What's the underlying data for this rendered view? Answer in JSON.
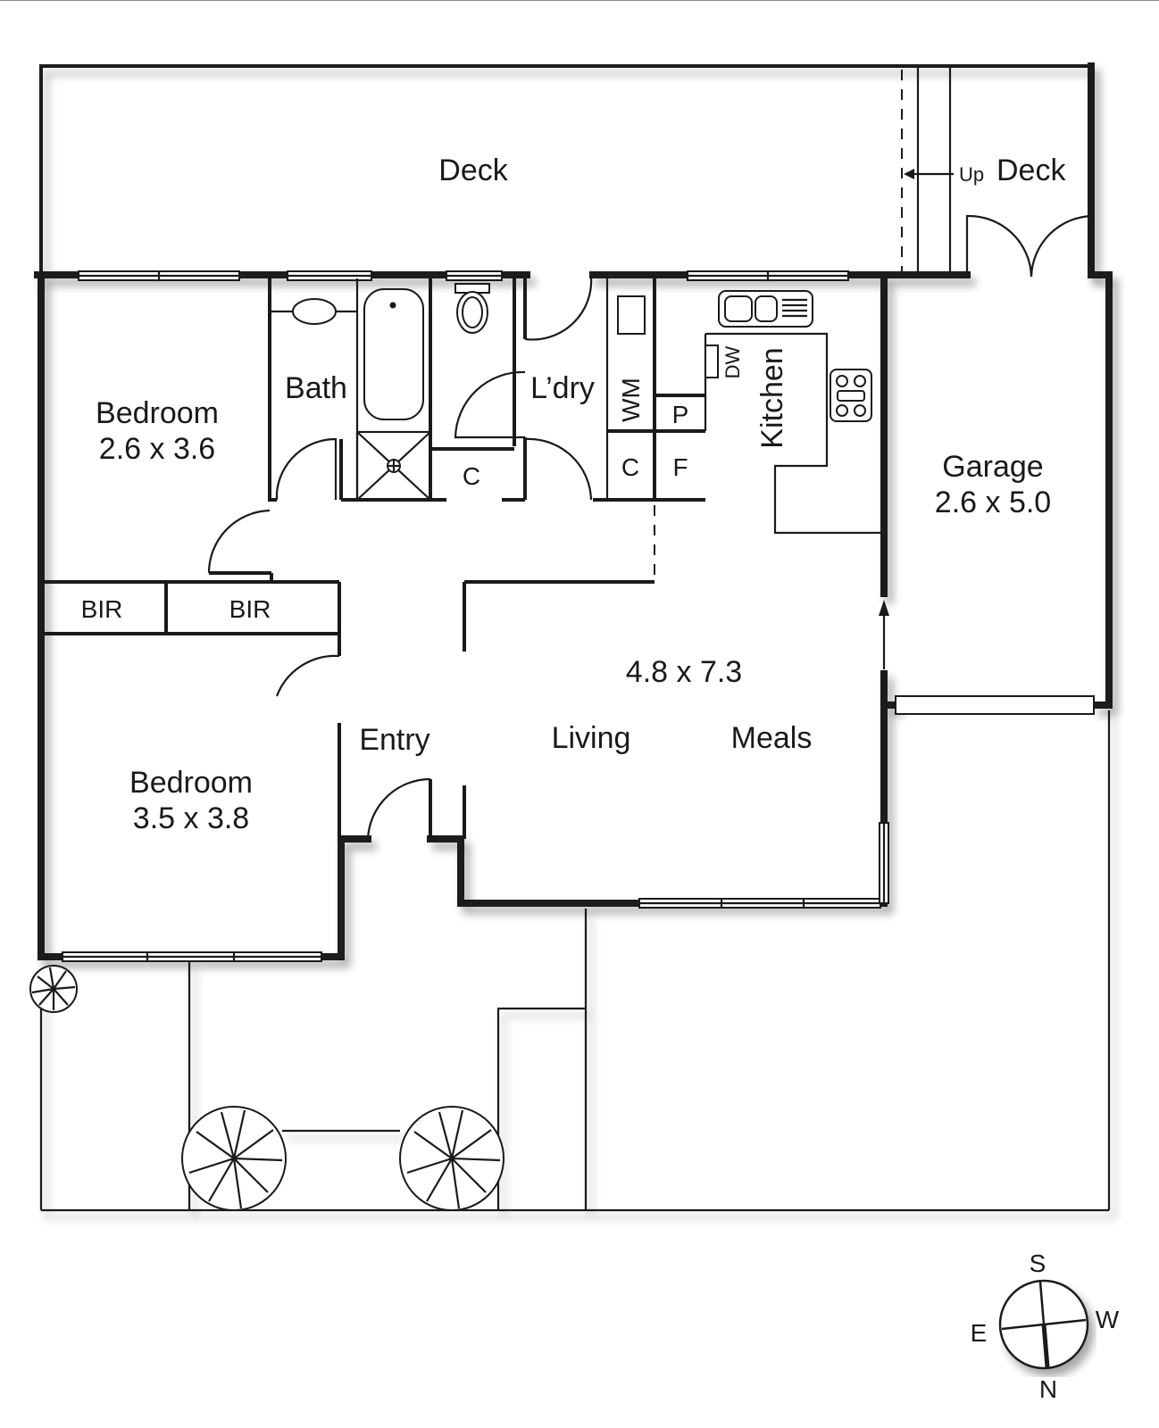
{
  "plan": {
    "rooms": {
      "deck_main": {
        "label": "Deck"
      },
      "deck_upper": {
        "label": "Deck",
        "step_label": "Up"
      },
      "bedroom1": {
        "label": "Bedroom",
        "size": "2.6 x 3.6"
      },
      "bedroom2": {
        "label": "Bedroom",
        "size": "3.5 x 3.8"
      },
      "bath": {
        "label": "Bath"
      },
      "laundry": {
        "label": "L’dry"
      },
      "kitchen": {
        "label": "Kitchen"
      },
      "garage": {
        "label": "Garage",
        "size": "2.6 x 5.0"
      },
      "living_meals": {
        "size": "4.8 x 7.3",
        "living_label": "Living",
        "meals_label": "Meals"
      },
      "entry": {
        "label": "Entry"
      }
    },
    "fixtures": {
      "bir1": "BIR",
      "bir2": "BIR",
      "closet_bath": "C",
      "closet_ldry": "C",
      "washing_machine": "WM",
      "pantry": "P",
      "fridge": "F",
      "dishwasher": "DW"
    },
    "compass": {
      "north": "N",
      "south": "S",
      "east": "E",
      "west": "W"
    },
    "colors": {
      "ink": "#1a1a1a",
      "background": "#ffffff",
      "shadow": "#b5b5b5"
    }
  }
}
